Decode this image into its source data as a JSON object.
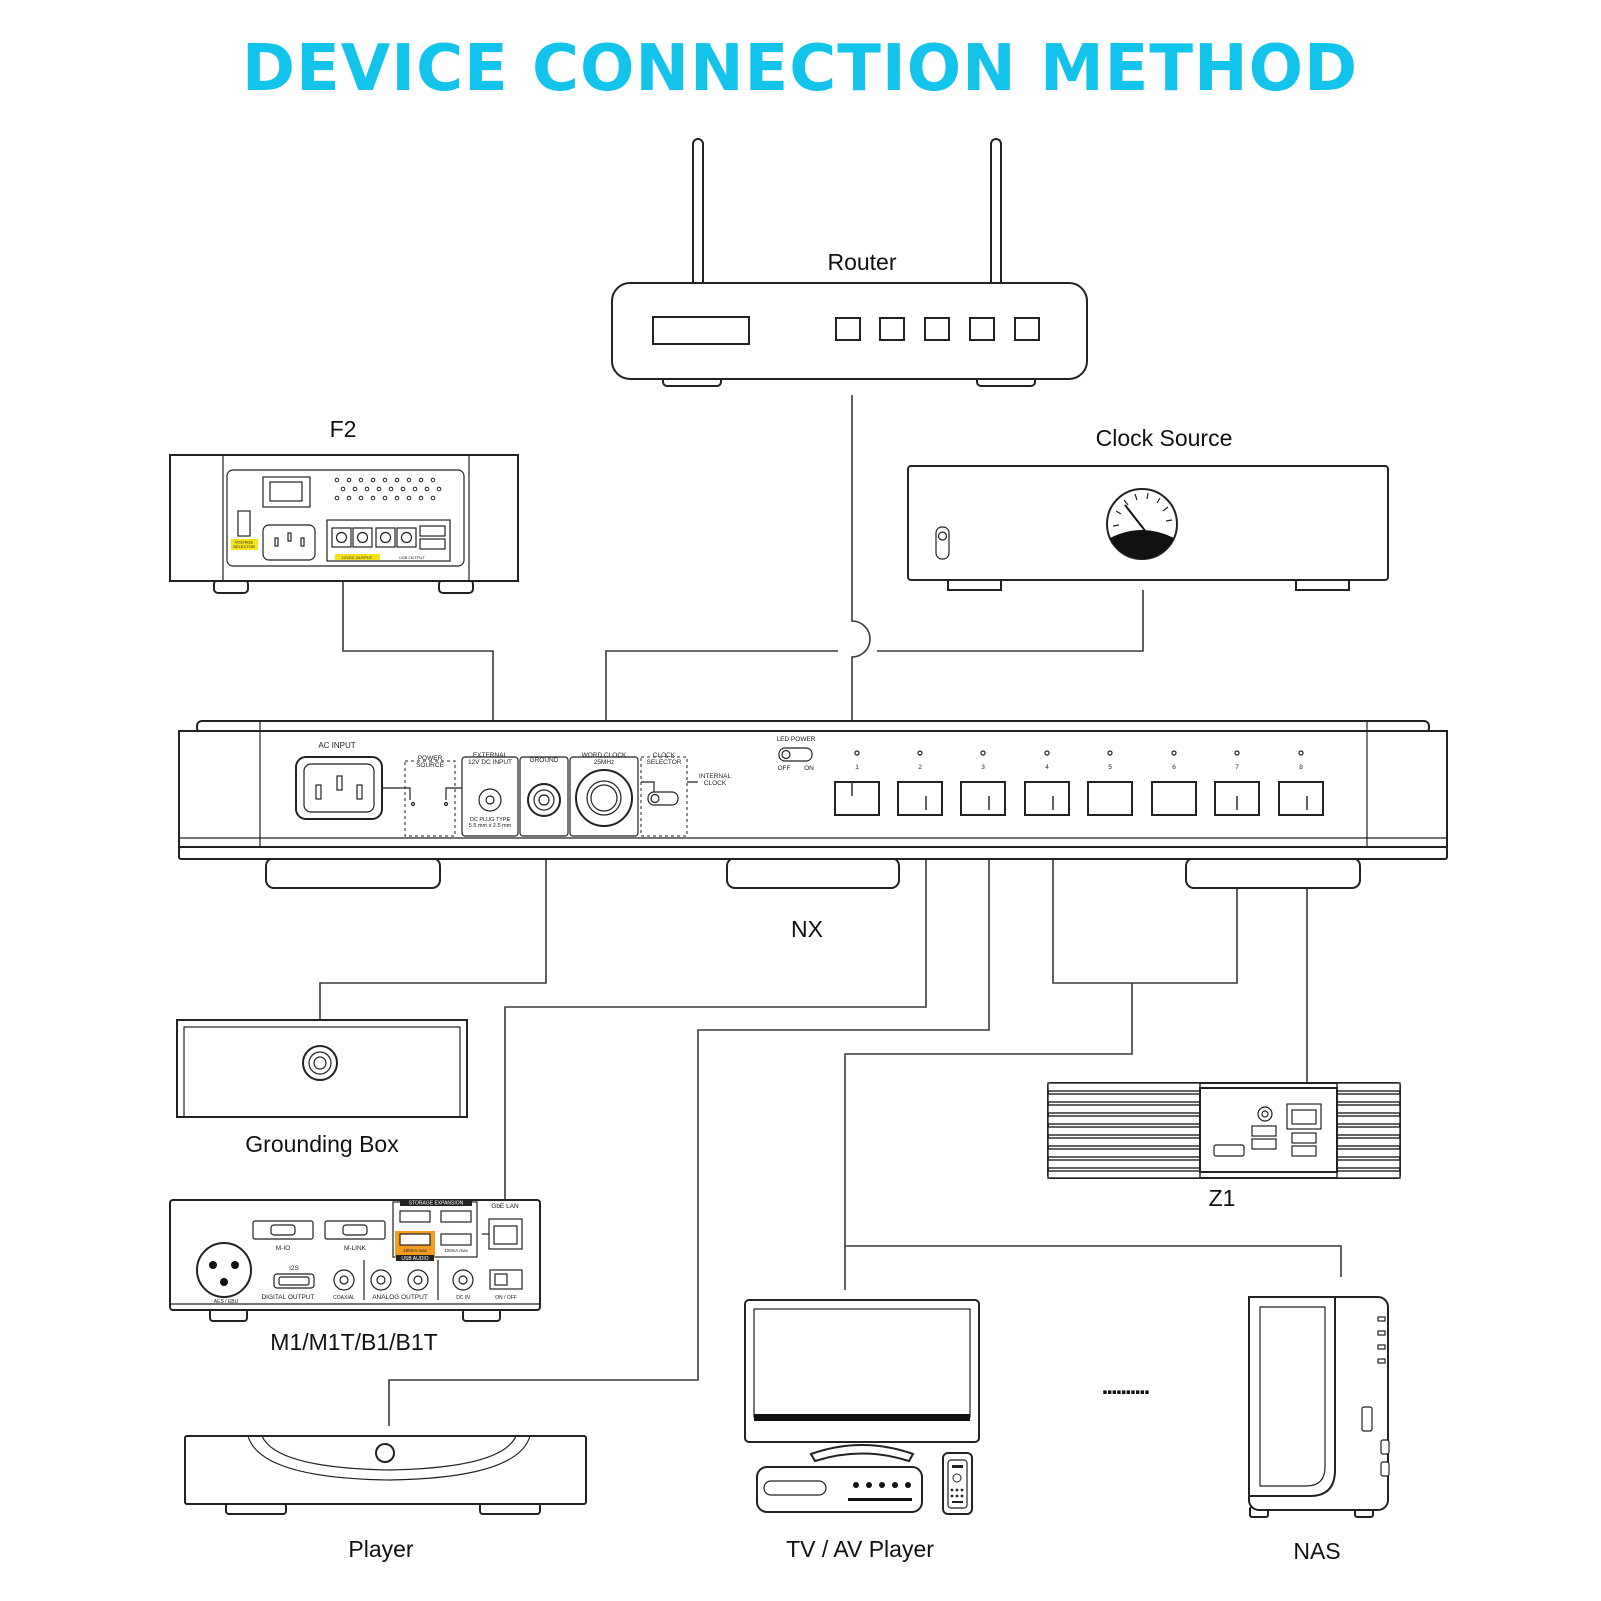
{
  "title": "DEVICE CONNECTION METHOD",
  "devices": {
    "router": "Router",
    "f2": "F2",
    "clock_source": "Clock Source",
    "nx": "NX",
    "grounding_box": "Grounding Box",
    "m1": "M1/M1T/B1/B1T",
    "z1": "Z1",
    "player": "Player",
    "tv_av_player": "TV / AV Player",
    "nas": "NAS"
  },
  "nx_panel": {
    "ac_input": "AC INPUT",
    "power_source": [
      "POWER",
      "SOURCE"
    ],
    "external_dc": [
      "EXTERNAL",
      "12V DC INPUT"
    ],
    "dc_plug": [
      "DC PLUG TYPE",
      "5.5 mm x 2.5 mm"
    ],
    "ground": "GROUND",
    "word_clock": [
      "WORD CLOCK",
      "25MHz"
    ],
    "clock_selector": [
      "CLOCK",
      "SELECTOR"
    ],
    "internal_clock": [
      "INTERNAL",
      "CLOCK"
    ],
    "led_power": "LED POWER",
    "led_off": "OFF",
    "led_on": "ON",
    "ports": [
      "1",
      "2",
      "3",
      "4",
      "5",
      "6",
      "7",
      "8"
    ]
  },
  "m1_panel": {
    "storage_expansion": "STORAGE EXPANSION",
    "gbe_lan": "GbE LAN",
    "m_io": "M-IO",
    "m_link": "M-LINK",
    "usb_current_1": "100mA max",
    "usb_current_2": "100mA max",
    "usb_audio": "USB AUDIO",
    "i2s": "I2S",
    "aes_ebu": "AES / EBU",
    "digital_output": "DIGITAL OUTPUT",
    "coaxial": "COAXIAL",
    "analog_output": "ANALOG OUTPUT",
    "dc_in": "DC IN",
    "on_off": "ON / OFF"
  },
  "f2_panel": {
    "voltage_selector": [
      "VOLTAGE",
      "SELECTOR"
    ],
    "output_a": "12VDC OUTPUT",
    "output_b": "USB OUTPUT"
  },
  "ellipsis": "..........",
  "colors": {
    "title": "#12c3ec",
    "usb_audio": "#f39c1f",
    "voltage_label": "#f5e11c",
    "line": "#222222"
  }
}
